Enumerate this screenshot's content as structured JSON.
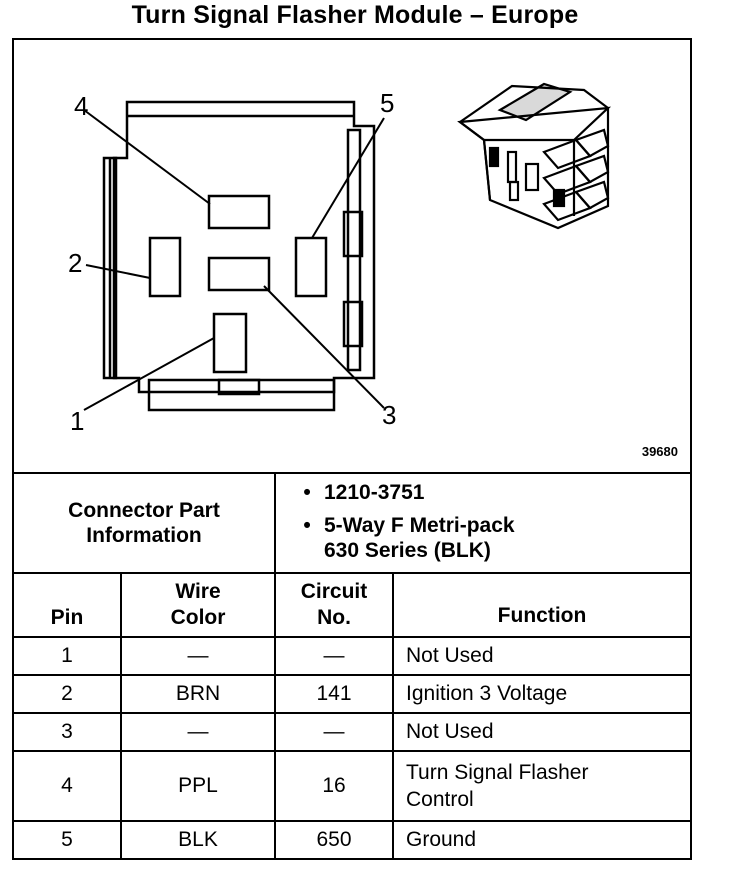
{
  "title": "Turn Signal Flasher Module – Europe",
  "figure_number": "39680",
  "connector": {
    "label_line1": "Connector Part",
    "label_line2": "Information",
    "bullets": [
      {
        "symbol": "•",
        "lines": [
          "1210-3751"
        ]
      },
      {
        "symbol": "•",
        "lines": [
          "5-Way F Metri-pack",
          "630 Series (BLK)"
        ]
      }
    ]
  },
  "callouts": [
    "4",
    "5",
    "2",
    "1",
    "3"
  ],
  "table": {
    "headers": {
      "pin": "Pin",
      "wire_color_1": "Wire",
      "wire_color_2": "Color",
      "circuit_1": "Circuit",
      "circuit_2": "No.",
      "function": "Function"
    },
    "rows": [
      {
        "pin": "1",
        "wire": "—",
        "circuit": "—",
        "function": [
          "Not Used"
        ]
      },
      {
        "pin": "2",
        "wire": "BRN",
        "circuit": "141",
        "function": [
          "Ignition 3 Voltage"
        ]
      },
      {
        "pin": "3",
        "wire": "—",
        "circuit": "—",
        "function": [
          "Not Used"
        ]
      },
      {
        "pin": "4",
        "wire": "PPL",
        "circuit": "16",
        "function": [
          "Turn Signal Flasher",
          "Control"
        ]
      },
      {
        "pin": "5",
        "wire": "BLK",
        "circuit": "650",
        "function": [
          "Ground"
        ]
      }
    ]
  }
}
